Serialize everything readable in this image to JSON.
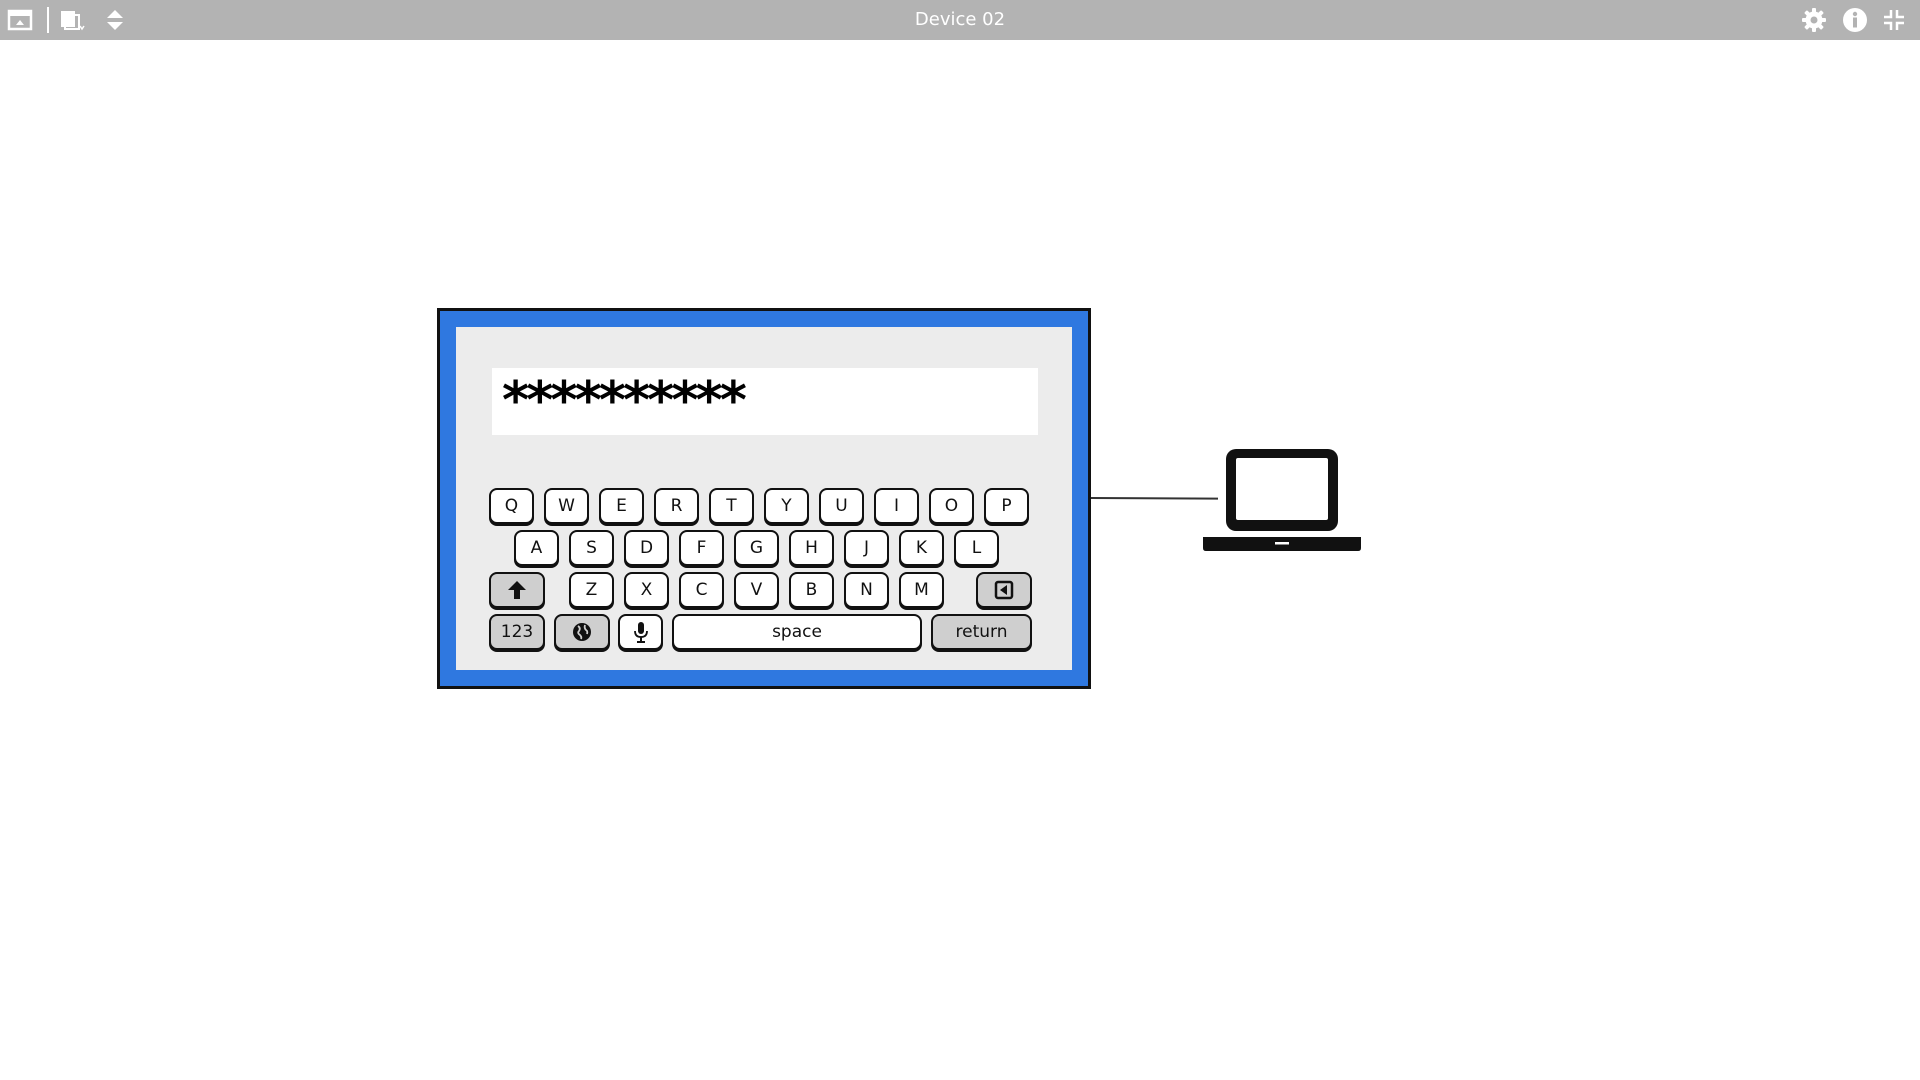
{
  "window": {
    "title": "Device 02"
  },
  "toolbar": {
    "left_icons": [
      "window-icon",
      "copy-icon",
      "sort-arrows-icon"
    ],
    "right_icons": [
      "gear-icon",
      "info-icon",
      "collapse-icon"
    ]
  },
  "device": {
    "password_value": "**********",
    "keyboard": {
      "row1": [
        "Q",
        "W",
        "E",
        "R",
        "T",
        "Y",
        "U",
        "I",
        "O",
        "P"
      ],
      "row2": [
        "A",
        "S",
        "D",
        "F",
        "G",
        "H",
        "J",
        "K",
        "L"
      ],
      "row3": [
        "Z",
        "X",
        "C",
        "V",
        "B",
        "N",
        "M"
      ],
      "num_label": "123",
      "space_label": "space",
      "return_label": "return",
      "shift_icon": "arrow-up-icon",
      "backspace_icon": "backspace-icon",
      "globe_icon": "globe-icon",
      "mic_icon": "microphone-icon"
    }
  },
  "laptop": {
    "icon": "laptop-icon"
  },
  "colors": {
    "toolbar": "#b3b3b3",
    "device_frame": "#2f78e0",
    "screen": "#ececec"
  }
}
